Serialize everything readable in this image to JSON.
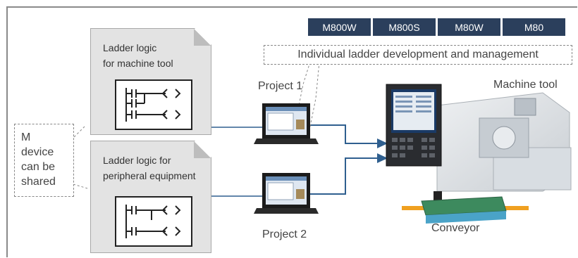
{
  "badges": [
    "M800W",
    "M800S",
    "M80W",
    "M80"
  ],
  "doc_top": {
    "line1": "Ladder logic",
    "line2": "for machine tool"
  },
  "doc_bottom": {
    "line1": "Ladder logic for",
    "line2": "peripheral equipment"
  },
  "callout_top": "Individual ladder development and management",
  "callout_left": [
    "M",
    "device",
    "can be",
    "shared"
  ],
  "project1": "Project 1",
  "project2": "Project 2",
  "machine_tool": "Machine tool",
  "conveyor": "Conveyor",
  "colors": {
    "badge_bg": "#2b3f5c",
    "connector": "#2f5f8f",
    "doc_bg": "#e3e3e3",
    "conveyor_rail": "#f0a020",
    "conveyor_belt": "#3d8a5e"
  }
}
